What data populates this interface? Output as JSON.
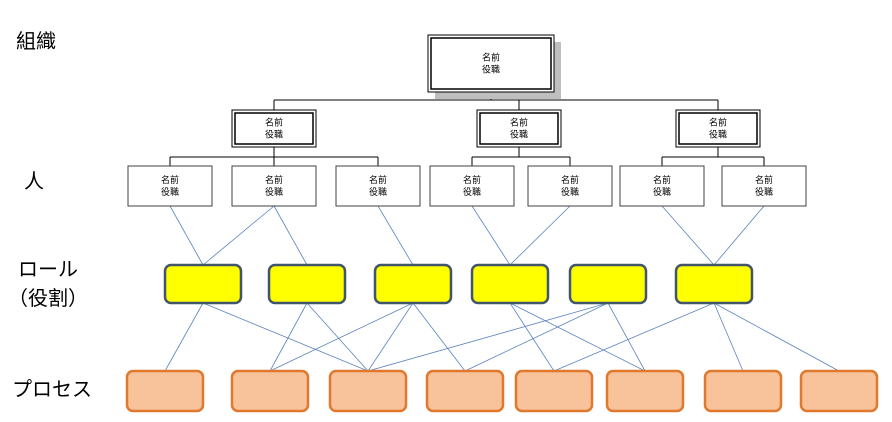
{
  "labels": {
    "organization": "組織",
    "person": "人",
    "role_line1": "ロール",
    "role_line2": "（役割）",
    "process": "プロセス"
  },
  "org_box": {
    "name": "名前",
    "title": "役職"
  },
  "org_tree": {
    "root": {
      "id": "root"
    },
    "level1": [
      {
        "id": "m1",
        "children": [
          "p1",
          "p2",
          "p3"
        ]
      },
      {
        "id": "m2",
        "children": [
          "p4",
          "p5"
        ]
      },
      {
        "id": "m3",
        "children": [
          "p6",
          "p7"
        ]
      }
    ]
  },
  "person_count": 7,
  "role_count": 6,
  "process_count": 8,
  "person_role_links": [
    [
      1,
      1
    ],
    [
      2,
      1
    ],
    [
      2,
      2
    ],
    [
      3,
      3
    ],
    [
      4,
      4
    ],
    [
      5,
      4
    ],
    [
      6,
      6
    ],
    [
      7,
      6
    ]
  ],
  "role_process_links": [
    [
      1,
      1
    ],
    [
      1,
      3
    ],
    [
      2,
      2
    ],
    [
      2,
      3
    ],
    [
      3,
      2
    ],
    [
      3,
      3
    ],
    [
      3,
      4
    ],
    [
      4,
      5
    ],
    [
      4,
      6
    ],
    [
      5,
      3
    ],
    [
      5,
      4
    ],
    [
      5,
      6
    ],
    [
      6,
      5
    ],
    [
      6,
      7
    ],
    [
      6,
      8
    ]
  ],
  "colors": {
    "role_fill": "#ffff00",
    "role_stroke": "#41566d",
    "process_fill": "#f8c29b",
    "process_stroke": "#e0782d",
    "connector": "#5b84bd",
    "tree_line": "#000000",
    "shadow": "#bfbfbf"
  }
}
